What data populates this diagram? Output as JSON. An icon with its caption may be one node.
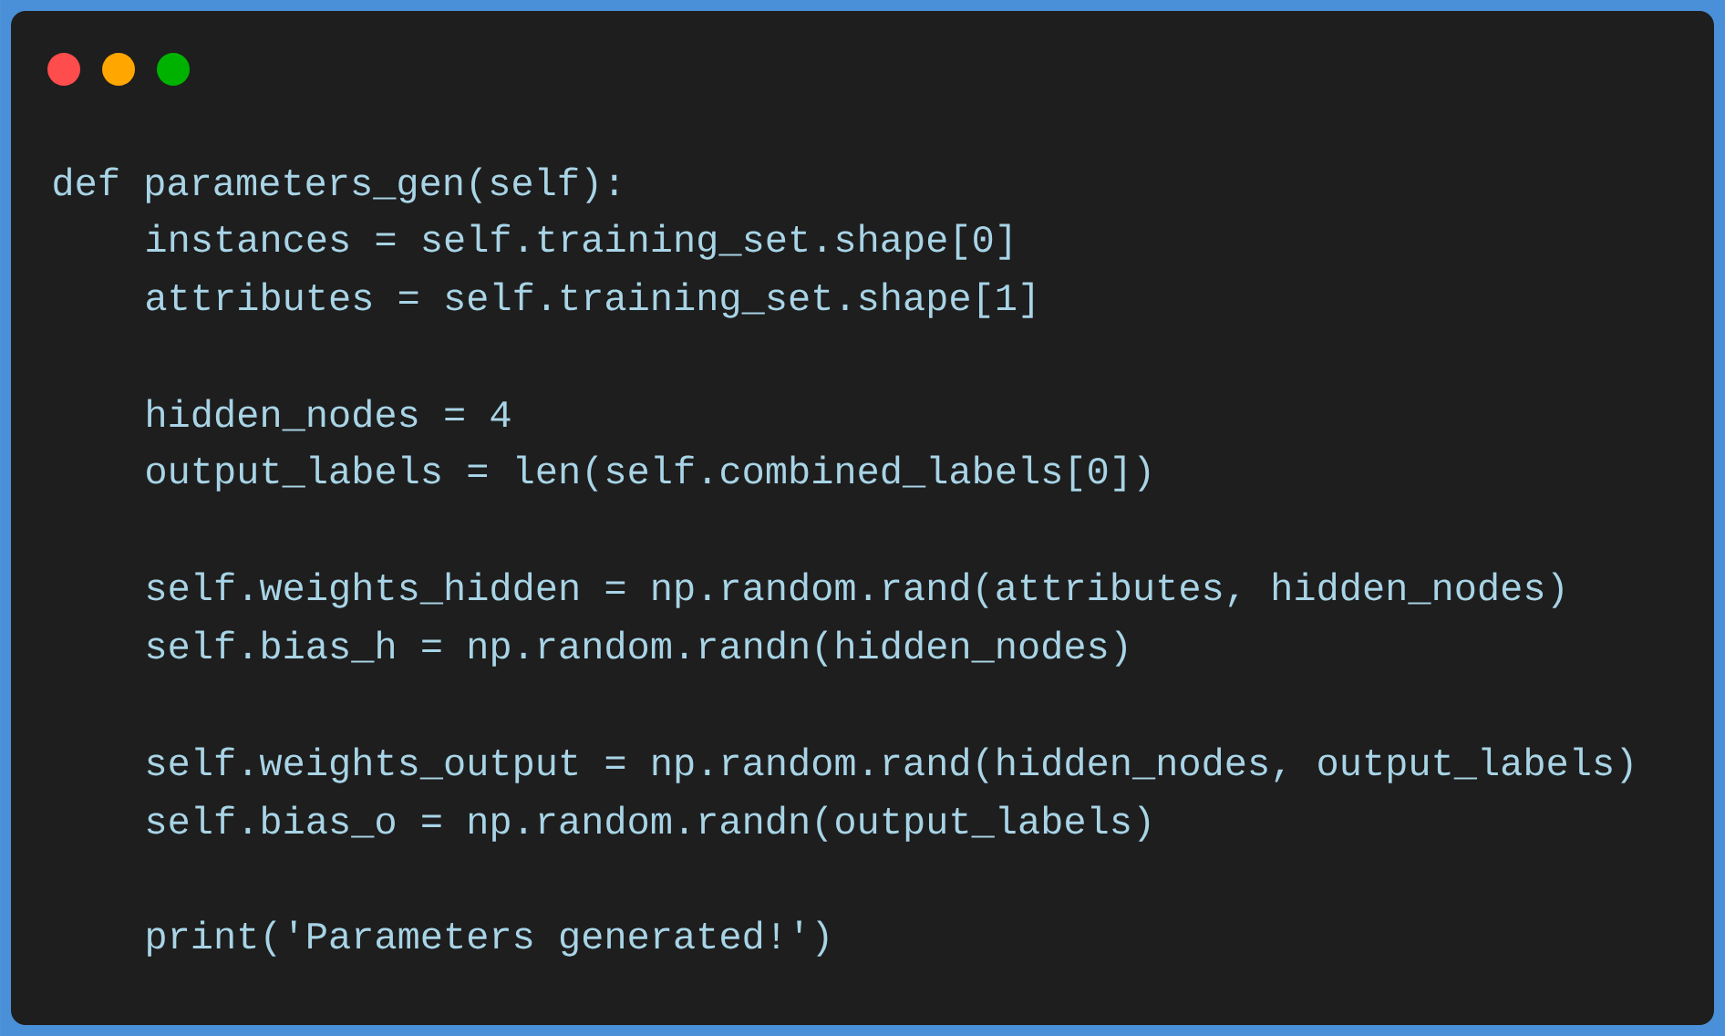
{
  "diagram": {
    "labels": [
      "def parameters_gen(self):",
      "instances = self.training_set.shape[0]",
      "attributes = self.training_set.shape[1]",
      "hidden_nodes = 4",
      "output_labels = len(self.combined_labels[0])",
      "self.weights_hidden = np.random.rand(attributes, hidden_nodes)",
      "self.bias_h = np.random.randn(hidden_nodes)",
      "self.weights_output = np.random.rand(hidden_nodes, output_labels)",
      "self.bias_o = np.random.randn(output_labels)",
      "print('Parameters generated!')"
    ]
  }
}
